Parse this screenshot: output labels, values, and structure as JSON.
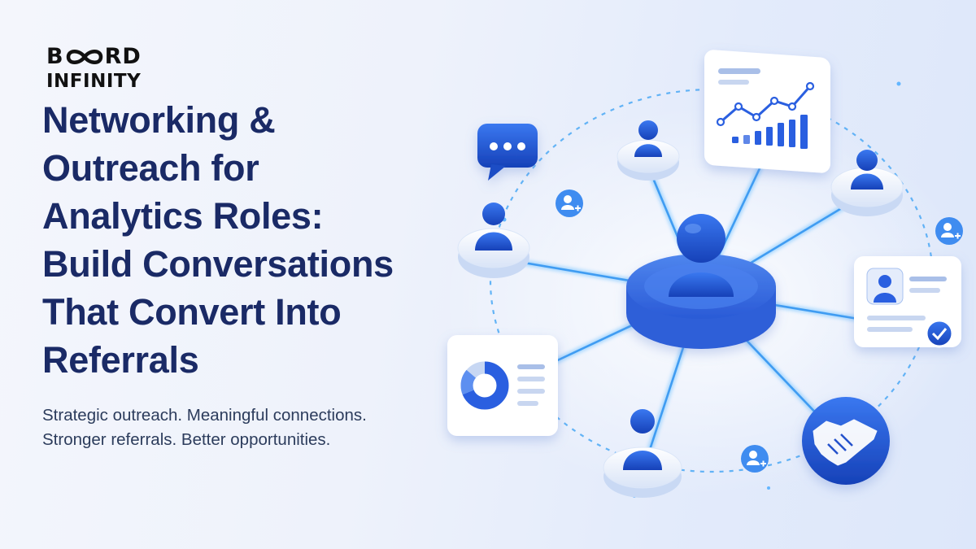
{
  "logo": {
    "line1_left": "B",
    "line1_right": "RD",
    "line2": "INFINITY"
  },
  "title_lines": [
    "Networking &",
    "Outreach for",
    "Analytics Roles:",
    "Build Conversations",
    "That Convert Into",
    "Referrals"
  ],
  "subtitle_lines": [
    "Strategic outreach. Meaningful connections.",
    "Stronger referrals. Better opportunities."
  ],
  "colors": {
    "title": "#1a2a66",
    "accent_blue": "#1e56d8",
    "line_glow": "#4aa8f5",
    "background": "#eef2fb"
  },
  "icons": [
    "chat-bubble-icon",
    "analytics-card-icon",
    "profile-card-icon",
    "donut-chart-card-icon",
    "handshake-icon",
    "user-add-icon",
    "checkmark-icon"
  ]
}
